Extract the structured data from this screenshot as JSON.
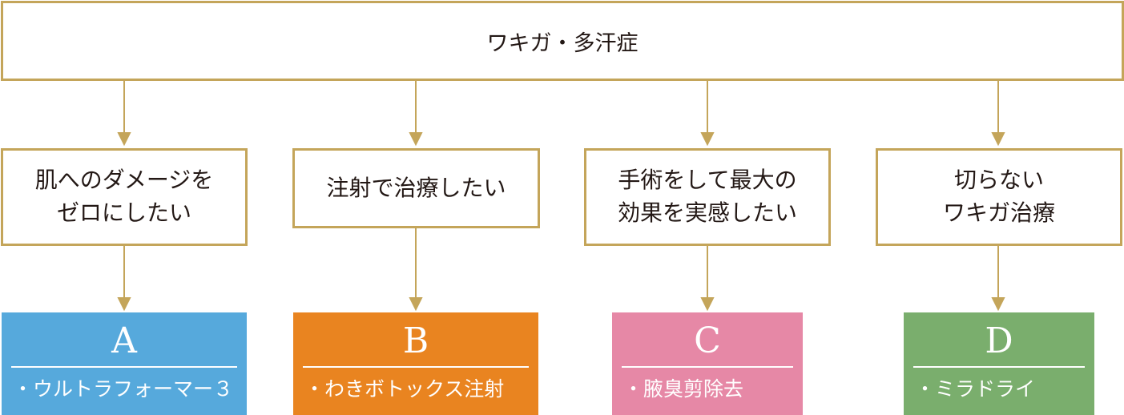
{
  "root": {
    "label": "ワキガ・多汗症"
  },
  "branches": [
    {
      "need_lines": [
        "肌へのダメージを",
        "ゼロにしたい"
      ],
      "letter": "A",
      "treatment": "・ウルトラフォーマー３",
      "color": "#56a9dc"
    },
    {
      "need_lines": [
        "注射で治療したい"
      ],
      "letter": "B",
      "treatment": "・わきボトックス注射",
      "color": "#e98420"
    },
    {
      "need_lines": [
        "手術をして最大の",
        "効果を実感したい"
      ],
      "letter": "C",
      "treatment": "・腋臭剪除去",
      "color": "#e688a6"
    },
    {
      "need_lines": [
        "切らない",
        "ワキガ治療"
      ],
      "letter": "D",
      "treatment": "・ミラドライ",
      "color": "#7aae6d"
    }
  ],
  "colors": {
    "border": "#c4a55a",
    "text": "#231815"
  }
}
